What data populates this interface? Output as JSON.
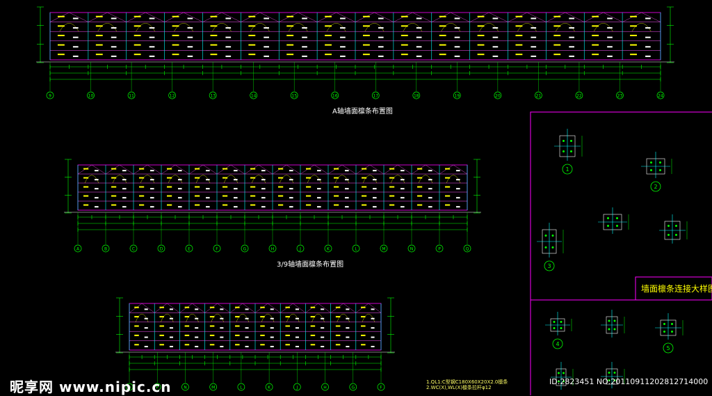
{
  "drawing": {
    "elevation_a_title": "A轴墙面檩条布置图",
    "elevation_b_title": "3/9轴墙面檩条布置图",
    "detail_panel_title": "墙面檩条连接大样图",
    "notes": [
      "1.QL1:C型钢C180X60X20X2.0檩条",
      "2.WC(X),WL(X)檩条拉杆φ12"
    ],
    "grid_axes_top": [
      "9",
      "10",
      "11",
      "12",
      "13",
      "14",
      "15",
      "16",
      "17",
      "18",
      "19",
      "20",
      "21",
      "22",
      "23",
      "24"
    ],
    "grid_axes_mid": [
      "A",
      "B",
      "C",
      "D",
      "E",
      "F",
      "G",
      "H",
      "J",
      "K",
      "L",
      "M",
      "N",
      "P",
      "Q"
    ],
    "grid_axes_bot": [
      "Q",
      "P",
      "N",
      "M",
      "L",
      "K",
      "J",
      "H",
      "G",
      "F"
    ],
    "detail_markers": [
      "1",
      "2",
      "3",
      "4",
      "5"
    ],
    "colors": {
      "background": "#000000",
      "frame": "#ff00ff",
      "purlin": "#ff55ff",
      "dimension": "#00ff00",
      "label": "#ffff00",
      "column": "#00ffff",
      "text": "#ffffff"
    }
  },
  "watermark": {
    "site": "昵享网 www.nipic.cn",
    "id_text": "ID:2823451 NO:20110911202812714000"
  }
}
